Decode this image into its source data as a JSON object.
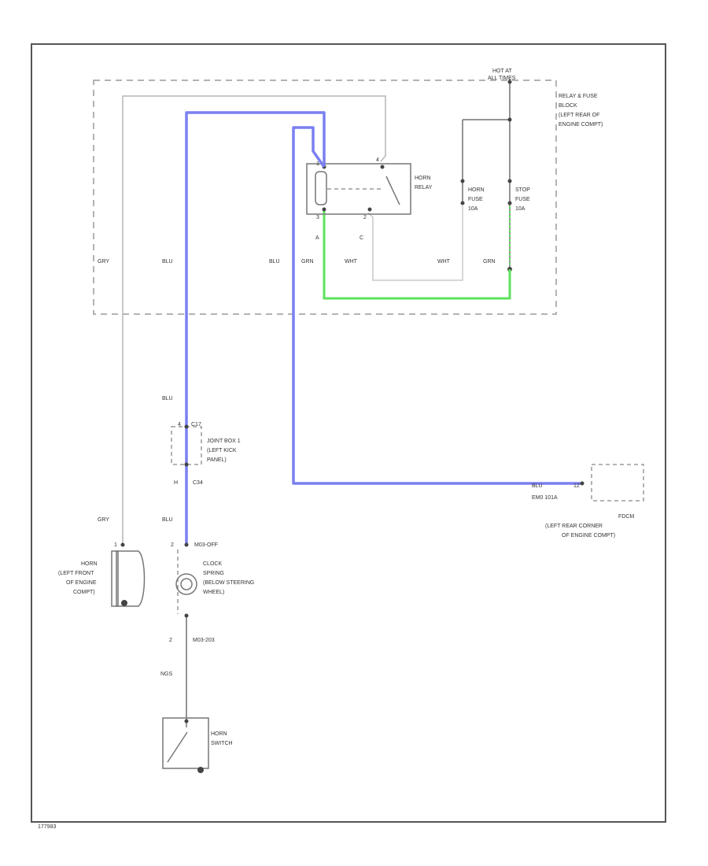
{
  "labels": {
    "hot_at": "HOT AT",
    "all_times": "ALL TIMES",
    "relay_fuse_block_1": "RELAY & FUSE",
    "relay_fuse_block_2": "BLOCK",
    "relay_fuse_block_3": "(LEFT REAR OF",
    "relay_fuse_block_4": "ENGINE COMPT)",
    "horn_relay_1": "HORN",
    "horn_relay_2": "RELAY",
    "horn_fuse_1": "HORN",
    "horn_fuse_2": "FUSE",
    "horn_fuse_3": "10A",
    "stop_fuse_1": "STOP",
    "stop_fuse_2": "FUSE",
    "stop_fuse_3": "10A",
    "relay_pin_tl": "1",
    "relay_pin_tr": "4",
    "relay_pin_bl": "3",
    "relay_pin_br": "2",
    "pin_a": "A",
    "pin_c": "C",
    "wire_gry_1": "GRY",
    "wire_blu_1": "BLU",
    "wire_blu_2": "BLU",
    "wire_grn_1": "GRN",
    "wire_wht_1": "WHT",
    "wire_wht_2": "WHT",
    "wire_grn_2": "GRN",
    "wire_blu_3": "BLU",
    "jb_pin_top": "4",
    "jb_conn_top": "C17",
    "joint_box_1": "JOINT BOX 1",
    "joint_box_2": "(LEFT KICK",
    "joint_box_3": "PANEL)",
    "jb_pin_bot": "H",
    "jb_conn_bot": "C34",
    "wire_gry_2": "GRY",
    "wire_blu_4": "BLU",
    "g_wire": "BLU",
    "g_pin": "12",
    "g_conn": "EM0 101A",
    "fdcm_1": "FDCM",
    "fdcm_2": "(LEFT REAR CORNER",
    "fdcm_3": "OF ENGINE COMPT)",
    "horn_pin": "1",
    "horn_1": "HORN",
    "horn_2": "(LEFT FRONT",
    "horn_3": "OF ENGINE",
    "horn_4": "COMPT)",
    "cs_pin_top": "2",
    "cs_conn_top": "M03-OFF",
    "clock_spring_1": "CLOCK",
    "clock_spring_2": "SPRING",
    "clock_spring_3": "(BELOW STEERING",
    "clock_spring_4": "WHEEL)",
    "cs_pin_bot": "2",
    "cs_conn_bot": "M03-203",
    "wire_ngs": "NGS",
    "horn_switch_1": "HORN",
    "horn_switch_2": "SWITCH",
    "footer_code": "177983"
  },
  "colors": {
    "blu_wire": "#7a7ff0",
    "grn_wire": "#5ee25e",
    "gry_wire": "#b5b5b5",
    "frame": "#555555"
  }
}
